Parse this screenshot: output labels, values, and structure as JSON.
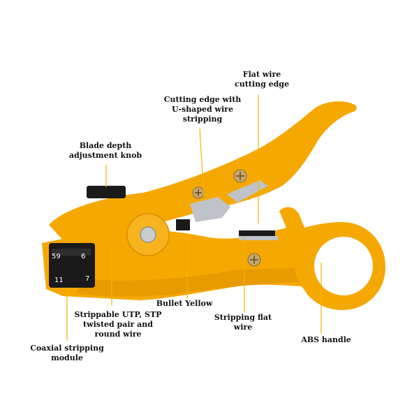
{
  "colors": {
    "body_yellow": "#F5A800",
    "body_shadow": "#D98F00",
    "leader_line": "#F5B400",
    "steel": "#BFC3C7",
    "dark": "#1a1a1a"
  },
  "labels": {
    "flat_wire_cutting_edge": "Flat wire\ncutting edge",
    "cutting_edge_u_shaped": "Cutting edge with\nU-shaped wire\nstripping",
    "blade_depth_knob": "Blade depth\nadjustment knob",
    "bullet_yellow": "Bullet Yellow",
    "strippable_utp": "Strippable UTP, STP\ntwisted pair and\nround wire",
    "coaxial_module": "Coaxial stripping\nmodule",
    "stripping_flat_wire": "Stripping flat\nwire",
    "abs_handle": "ABS handle"
  },
  "die_numbers": {
    "n1": "59",
    "n2": "6",
    "n3": "11",
    "n4": "7"
  }
}
